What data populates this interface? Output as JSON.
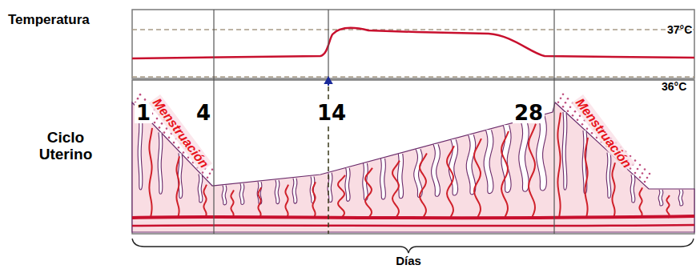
{
  "diagram": {
    "labels": [
      "Temperatura",
      "37°C",
      "36°C",
      "Ciclo Uterino",
      "1",
      "4",
      "14",
      "28",
      "Menstruación",
      "Menstruación",
      "Días"
    ]
  }
}
